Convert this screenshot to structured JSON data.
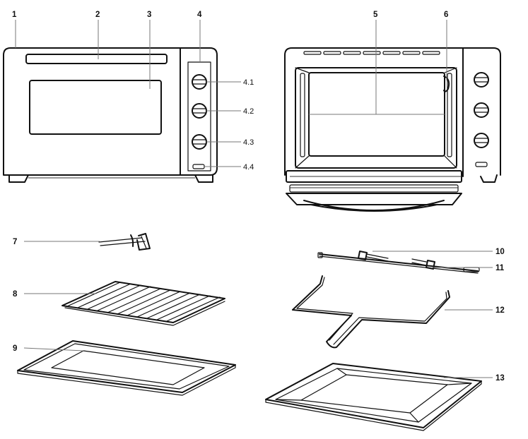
{
  "labels": {
    "l1": "1",
    "l2": "2",
    "l3": "3",
    "l4": "4",
    "l41": "4.1",
    "l42": "4.2",
    "l43": "4.3",
    "l44": "4.4",
    "l5": "5",
    "l6": "6",
    "l7": "7",
    "l8": "8",
    "l9": "9",
    "l10": "10",
    "l11": "11",
    "l12": "12",
    "l13": "13"
  },
  "colors": {
    "ink": "#111111",
    "leader": "#777777",
    "background": "#ffffff"
  },
  "icons": {
    "knob": "oven-knob-icon",
    "indicator": "oven-indicator-light-icon"
  }
}
